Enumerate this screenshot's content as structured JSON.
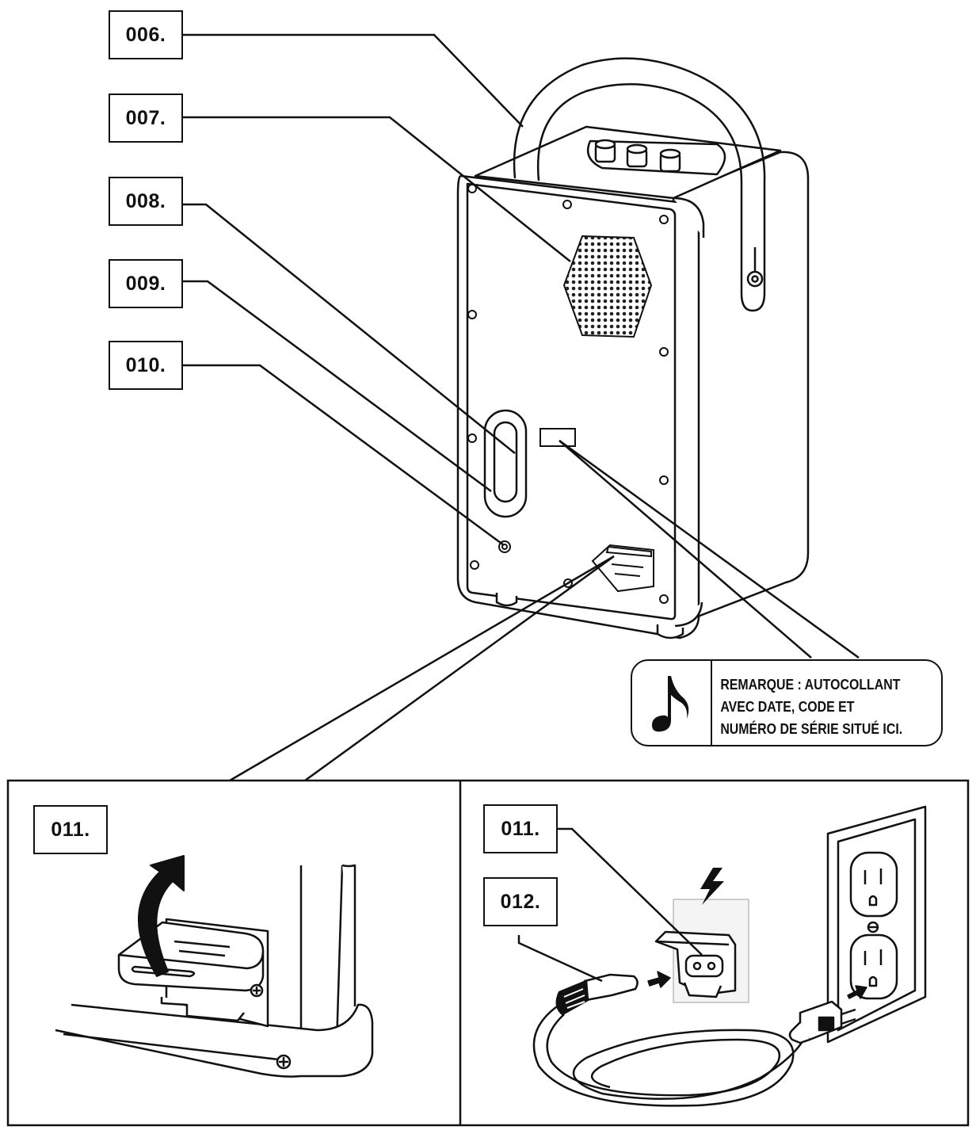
{
  "callouts": {
    "c006": "006.",
    "c007": "007.",
    "c008": "008.",
    "c009": "009.",
    "c010": "010.",
    "c011_left": "011.",
    "c011_right": "011.",
    "c012": "012."
  },
  "note": {
    "icon": "music-note-icon",
    "lines": [
      "REMARQUE : AUTOCOLLANT",
      "AVEC DATE, CODE ET",
      "NUMÉRO DE SÉRIE SITUÉ ICI."
    ]
  },
  "icons": [
    "music-note-icon",
    "lightning-bolt-icon",
    "curved-arrow-icon",
    "push-arrow-icon"
  ],
  "colors": {
    "ink": "#111111",
    "paper": "#ffffff",
    "panel_grey": "#f4f4f4"
  }
}
